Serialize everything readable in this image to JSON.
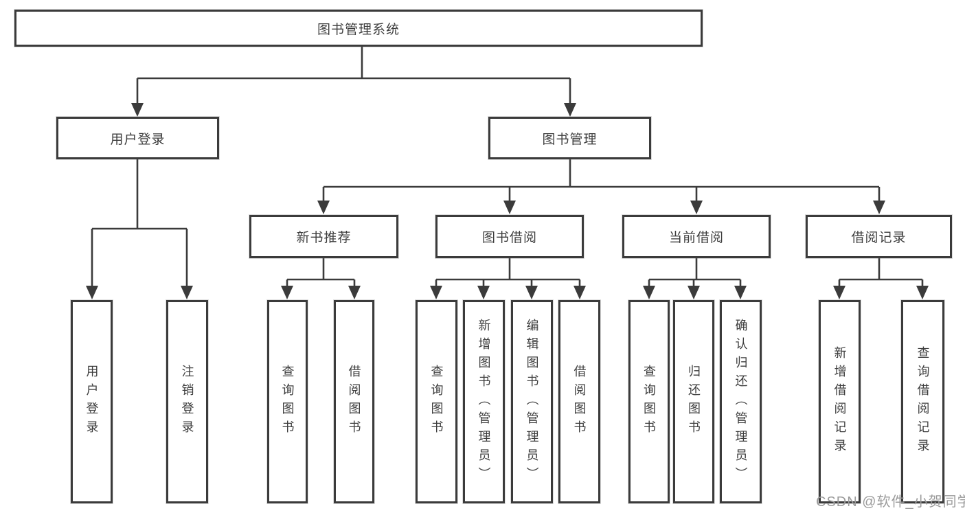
{
  "colors": {
    "line": "#3b3b3b",
    "box_border": "#3b3b3b",
    "box_fill": "#ffffff",
    "text": "#3d3d3d",
    "watermark": "#9b9b9b",
    "background": "#ffffff"
  },
  "diagram": {
    "root": {
      "label": "图书管理系统"
    },
    "level2": [
      {
        "label": "用户登录",
        "children": [
          {
            "label": "用户登录"
          },
          {
            "label": "注销登录"
          }
        ]
      },
      {
        "label": "图书管理",
        "children": [
          {
            "label": "新书推荐",
            "children": [
              {
                "label": "查询图书"
              },
              {
                "label": "借阅图书"
              }
            ]
          },
          {
            "label": "图书借阅",
            "children": [
              {
                "label": "查询图书"
              },
              {
                "label": "新增图书（管理员）"
              },
              {
                "label": "编辑图书（管理员）"
              },
              {
                "label": "借阅图书"
              }
            ]
          },
          {
            "label": "当前借阅",
            "children": [
              {
                "label": "查询图书"
              },
              {
                "label": "归还图书"
              },
              {
                "label": "确认归还（管理员）"
              }
            ]
          },
          {
            "label": "借阅记录",
            "children": [
              {
                "label": "新增借阅记录"
              },
              {
                "label": "查询借阅记录"
              }
            ]
          }
        ]
      }
    ]
  },
  "watermark": {
    "text": "CSDN @软件_小贺同学"
  }
}
